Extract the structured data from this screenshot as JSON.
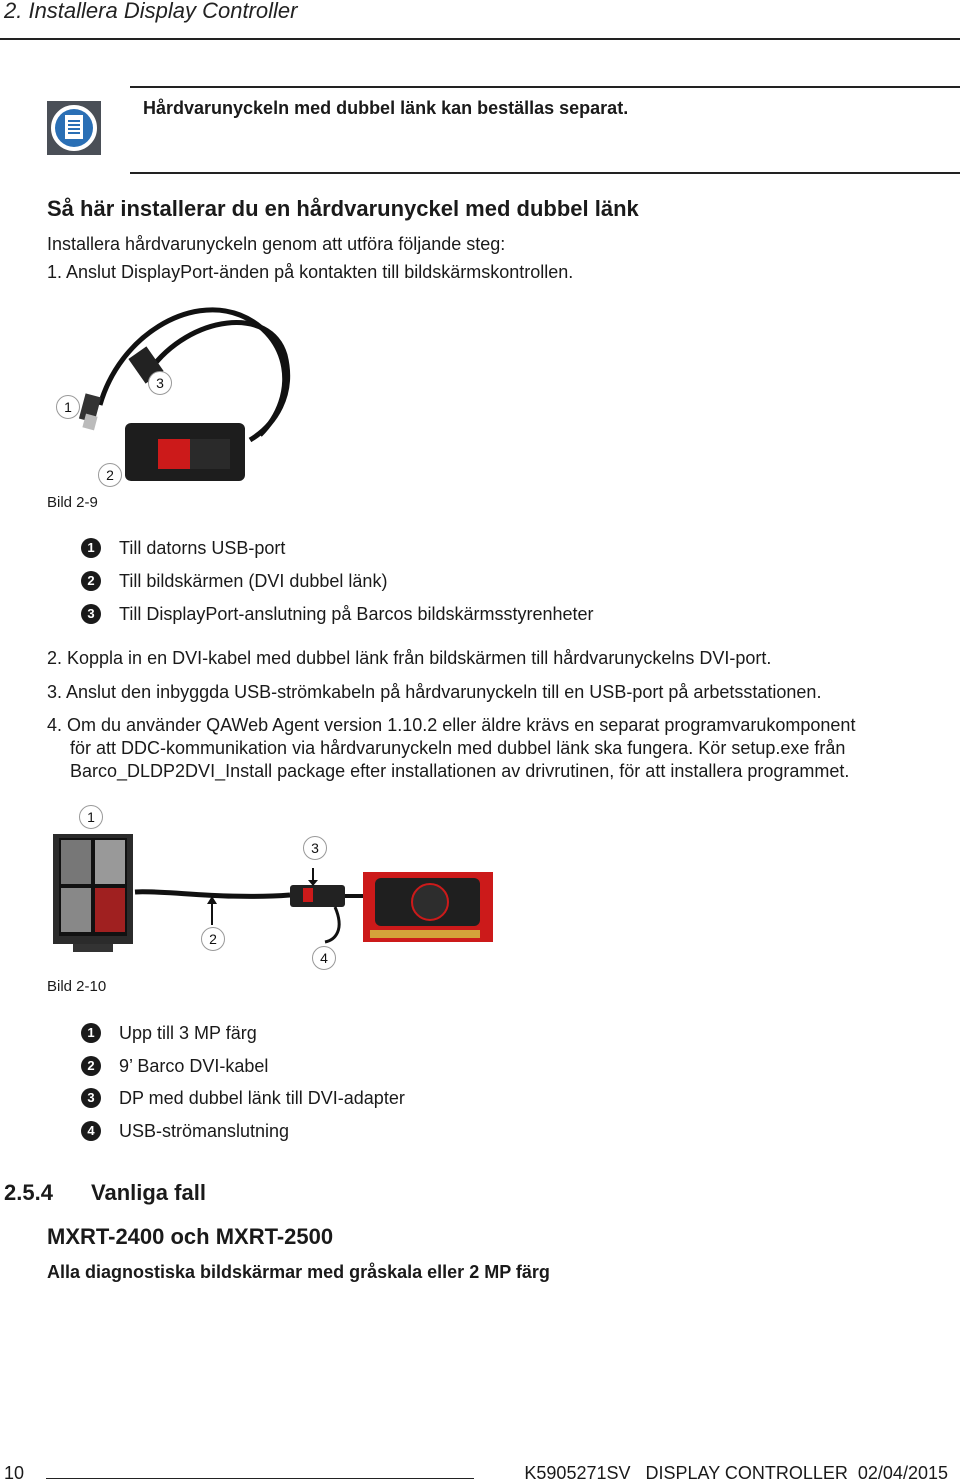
{
  "header": {
    "title": "2. Installera Display Controller"
  },
  "note": {
    "icon": "note-document-icon",
    "text": "Hårdvarunyckeln med dubbel länk kan beställas separat."
  },
  "section": {
    "title": "Så här installerar du en hårdvarunyckel med dubbel länk",
    "intro": "Installera hårdvarunyckeln genom att utföra följande steg:",
    "step1": "1. Anslut DisplayPort-änden på kontakten till bildskärmskontrollen."
  },
  "figure1": {
    "caption": "Bild 2-9",
    "labels": [
      "1",
      "2",
      "3"
    ],
    "legend": [
      {
        "num": "1",
        "text": "Till datorns USB-port"
      },
      {
        "num": "2",
        "text": "Till bildskärmen (DVI dubbel länk)"
      },
      {
        "num": "3",
        "text": "Till DisplayPort-anslutning på Barcos bildskärmsstyrenheter"
      }
    ]
  },
  "steps": {
    "step2": "2. Koppla in en DVI-kabel med dubbel länk från bildskärmen till hårdvarunyckelns DVI-port.",
    "step3": "3. Anslut den inbyggda USB-strömkabeln på hårdvarunyckeln till en USB-port på arbetsstationen.",
    "step4_line1": "4. Om du använder QAWeb Agent version 1.10.2 eller äldre krävs en separat programvarukomponent",
    "step4_line2": "för att DDC-kommunikation via hårdvarunyckeln med dubbel länk ska fungera. Kör setup.exe från",
    "step4_line3": "Barco_DLDP2DVI_Install package efter installationen av drivrutinen, för att installera programmet."
  },
  "figure2": {
    "caption": "Bild 2-10",
    "labels": [
      "1",
      "2",
      "3",
      "4"
    ],
    "legend": [
      {
        "num": "1",
        "text": "Upp till 3 MP färg"
      },
      {
        "num": "2",
        "text": "9’ Barco DVI-kabel"
      },
      {
        "num": "3",
        "text": "DP med dubbel länk till DVI-adapter"
      },
      {
        "num": "4",
        "text": "USB-strömanslutning"
      }
    ]
  },
  "subsection": {
    "number": "2.5.4",
    "title": "Vanliga fall",
    "model_title": "MXRT-2400 och MXRT-2500",
    "model_text": "Alla diagnostiska bildskärmar med gråskala eller 2 MP färg"
  },
  "footer": {
    "page": "10",
    "doc": "K5905271SV   DISPLAY CONTROLLER  02/04/2015"
  },
  "colors": {
    "barco_red": "#c8102e",
    "icon_bg": "#4a4f57",
    "icon_blue": "#2a6fb5"
  }
}
